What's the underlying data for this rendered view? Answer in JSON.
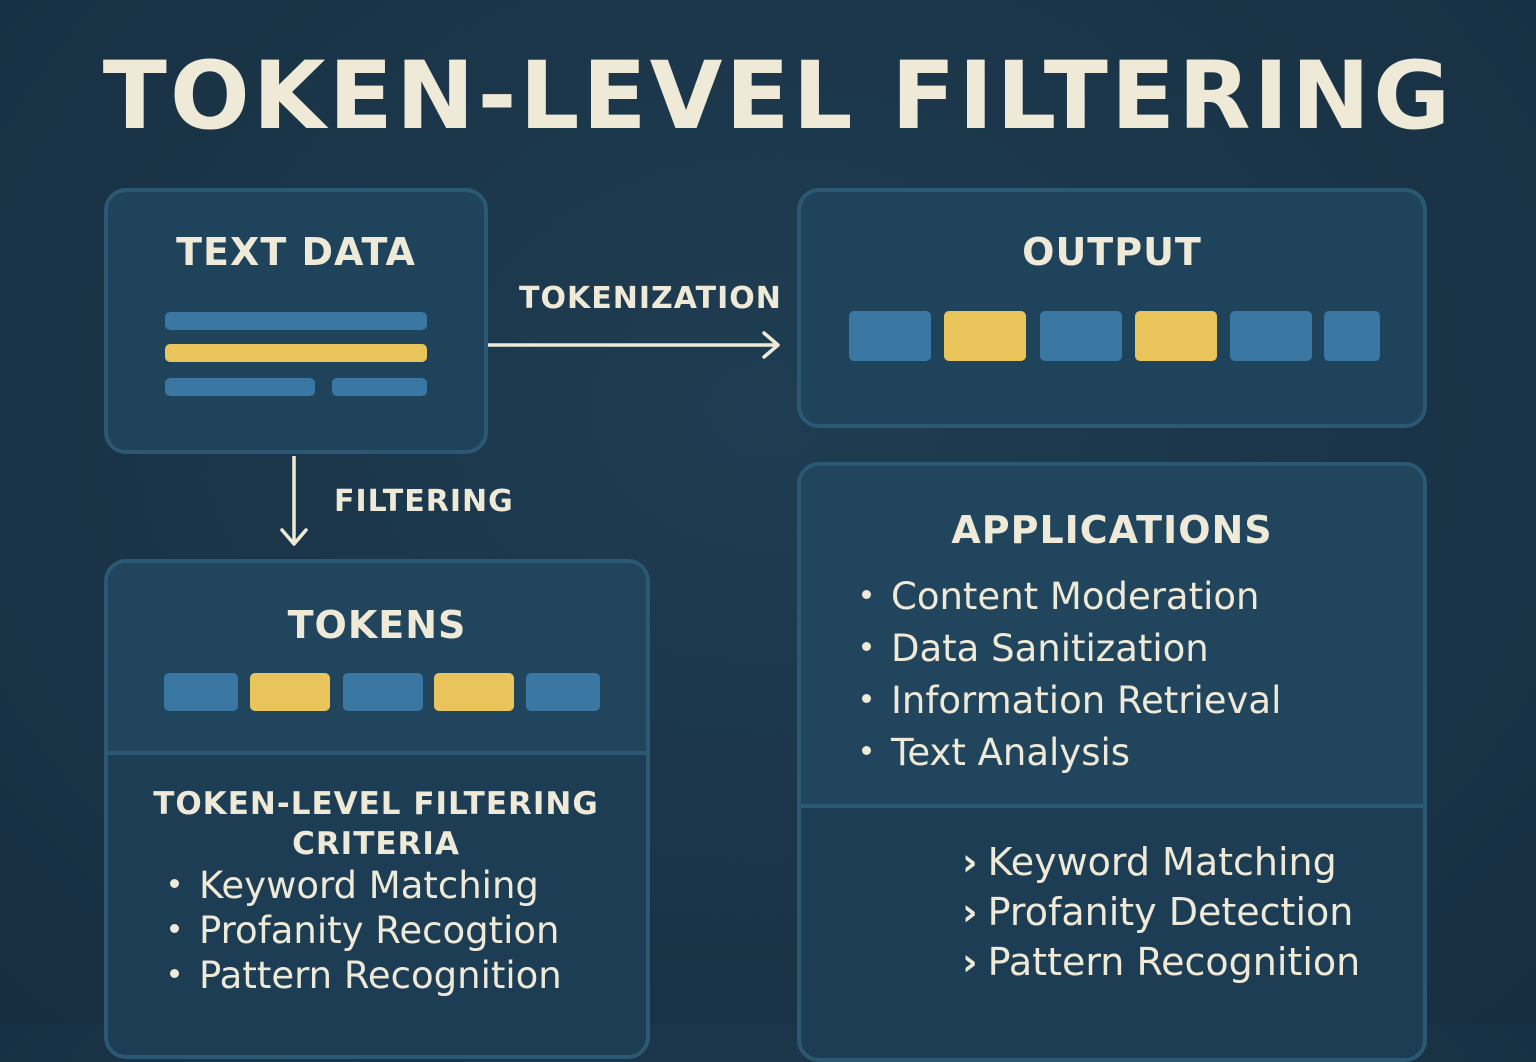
{
  "title": "TOKEN-LEVEL FILTERING",
  "text_data": {
    "heading": "TEXT DATA"
  },
  "output": {
    "heading": "OUTPUT"
  },
  "tokens": {
    "heading": "TOKENS"
  },
  "arrows": {
    "tokenization": "TOKENIZATION",
    "filtering": "FILTERING"
  },
  "criteria": {
    "heading_line1": "TOKEN-LEVEL FILTERING",
    "heading_line2": "CRITERIA",
    "items": [
      "Keyword Matching",
      "Profanity Recogtion",
      "Pattern Recognition"
    ]
  },
  "applications": {
    "heading": "APPLICATIONS",
    "items": [
      "Content Moderation",
      "Data Sanitization",
      "Information Retrieval",
      "Text Analysis"
    ],
    "sub_items": [
      "Keyword Matching",
      "Profanity Detection",
      "Pattern Recognition"
    ]
  },
  "colors": {
    "background": "#1a3447",
    "panel": "#1f435a",
    "panel_border": "#2b5873",
    "token_blue": "#3a78a3",
    "token_yellow": "#e9c45a",
    "text": "#efe9d8"
  }
}
